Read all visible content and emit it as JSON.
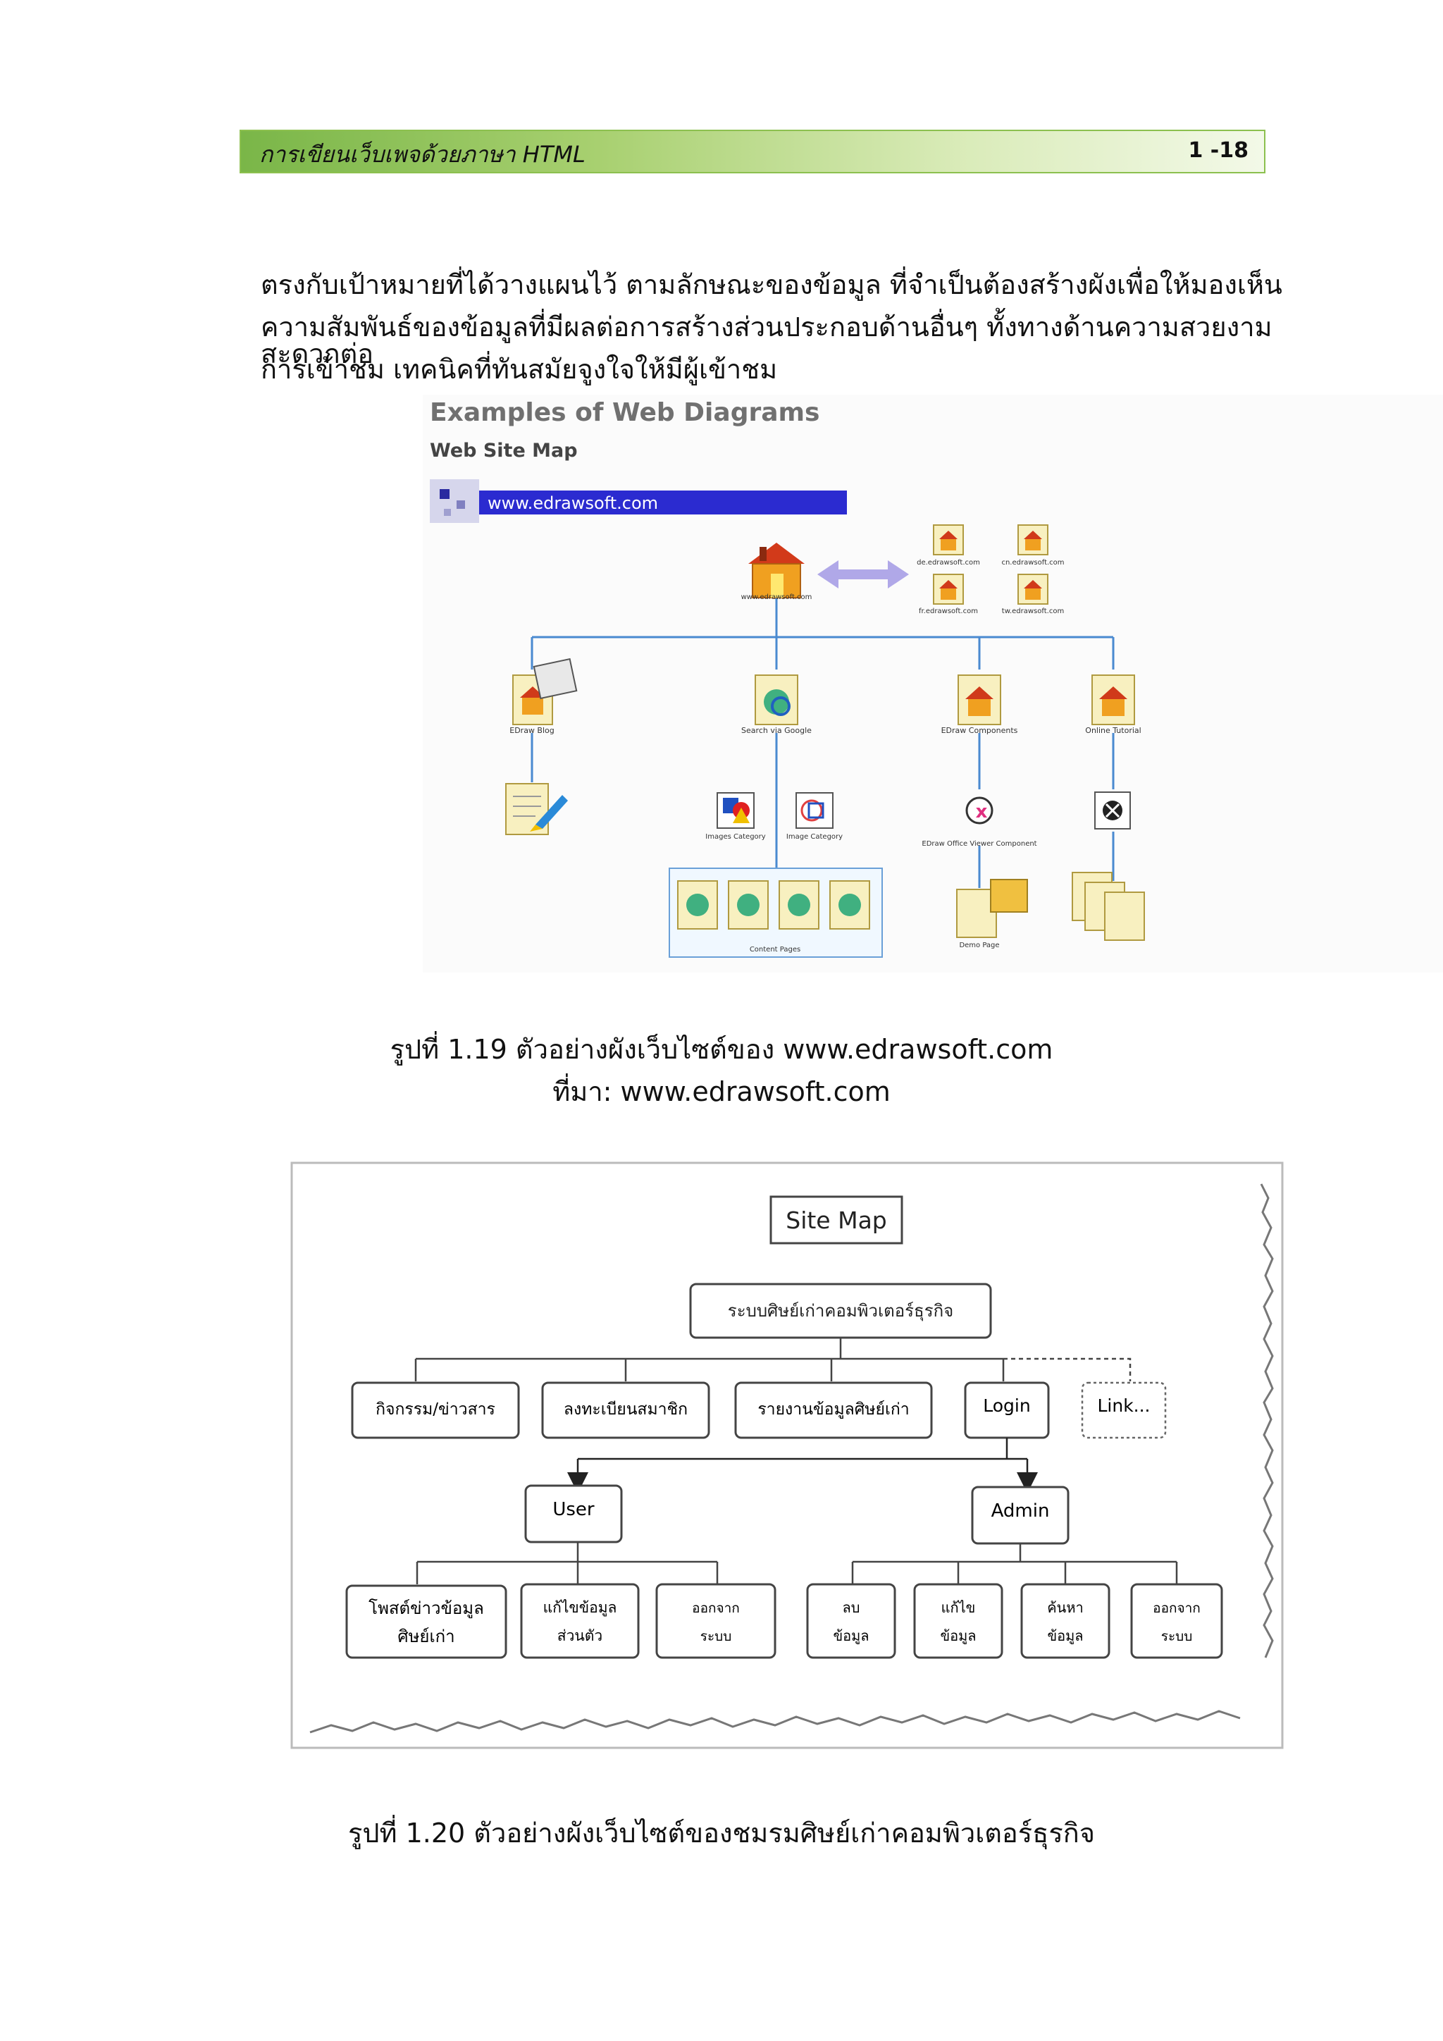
{
  "header": {
    "title": "การเขียนเว็บเพจด้วยภาษา HTML",
    "page": "1 -18"
  },
  "paragraph": {
    "line1": "ตรงกับเป้าหมายที่ได้วางแผนไว้ ตามลักษณะของข้อมูล ที่จำเป็นต้องสร้างผังเพื่อให้มองเห็น",
    "line2": "ความสัมพันธ์ของข้อมูลที่มีผลต่อการสร้างส่วนประกอบด้านอื่นๆ ทั้งทางด้านความสวยงาม สะดวกต่อ",
    "line3": "การเข้าชม เทคนิคที่ทันสมัยจูงใจให้มีผู้เข้าชม"
  },
  "figure1": {
    "title": "Examples of Web Diagrams",
    "subtitle": "Web Site Map",
    "banner": "www.edrawsoft.com",
    "root_label": "www.edrawsoft.com",
    "mirrors": [
      "de.edrawsoft.com",
      "cn.edrawsoft.com",
      "fr.edrawsoft.com",
      "tw.edrawsoft.com"
    ],
    "branches": [
      "EDraw Blog",
      "Search via Google",
      "EDraw Components",
      "Online Tutorial"
    ],
    "categories": [
      "Images Category",
      "Image Category"
    ],
    "content_label": "Content Pages",
    "viewer_label": "EDraw Office Viewer Component",
    "demo_label": "Demo Page",
    "caption": "รูปที่ 1.19 ตัวอย่างผังเว็บไซต์ของ www.edrawsoft.com",
    "source": "ที่มา: www.edrawsoft.com"
  },
  "figure2": {
    "title": "Site Map",
    "root": "ระบบศิษย์เก่าคอมพิวเตอร์ธุรกิจ",
    "level1": [
      "กิจกรรม/ข่าวสาร",
      "ลงทะเบียนสมาชิก",
      "รายงานข้อมูลศิษย์เก่า",
      "Login",
      "Link..."
    ],
    "user": "User",
    "admin": "Admin",
    "user_items": [
      [
        "โพสต์ข่าวข้อมูล",
        "ศิษย์เก่า"
      ],
      [
        "แก้ไขข้อมูล",
        "ส่วนตัว"
      ],
      [
        "ออกจาก",
        "ระบบ"
      ]
    ],
    "admin_items": [
      [
        "ลบ",
        "ข้อมูล"
      ],
      [
        "แก้ไข",
        "ข้อมูล"
      ],
      [
        "ค้นหา",
        "ข้อมูล"
      ],
      [
        "ออกจาก",
        "ระบบ"
      ]
    ],
    "caption": "รูปที่ 1.20 ตัวอย่างผังเว็บไซต์ของชมรมศิษย์เก่าคอมพิวเตอร์ธุรกิจ"
  }
}
